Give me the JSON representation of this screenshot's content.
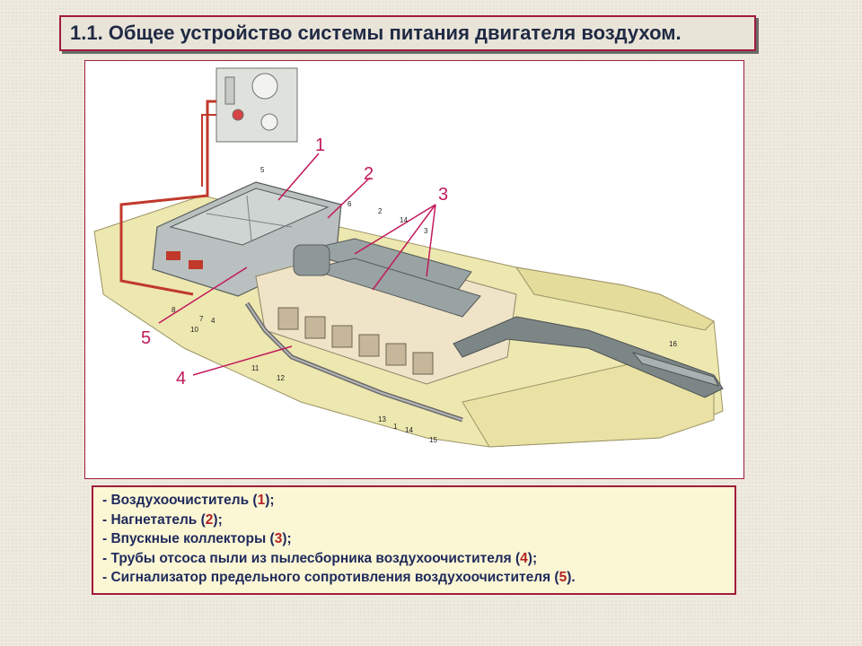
{
  "title": "1.1. Общее устройство системы питания двигателя воздухом.",
  "callouts": {
    "c1": "1",
    "c2": "2",
    "c3": "3",
    "c4": "4",
    "c5": "5"
  },
  "part_labels": {
    "l5": "5",
    "l6": "6",
    "l2": "2",
    "l14a": "14",
    "l3": "3",
    "l8": "8",
    "l7": "7",
    "l4": "4",
    "l10": "10",
    "l11": "11",
    "l12": "12",
    "l13": "13",
    "l1": "1",
    "l14b": "14",
    "l15": "15",
    "l16": "16"
  },
  "legend": [
    {
      "prefix": "- Воздухоочиститель (",
      "num": "1",
      "suffix": ");"
    },
    {
      "prefix": "- Нагнетатель (",
      "num": "2",
      "suffix": ");"
    },
    {
      "prefix": "- Впускные коллекторы (",
      "num": "3",
      "suffix": ");"
    },
    {
      "prefix": "- Трубы отсоса пыли из пылесборника воздухоочистителя (",
      "num": "4",
      "suffix": ");"
    },
    {
      "prefix": "- Сигнализатор предельного сопротивления воздухоочистителя (",
      "num": "5",
      "suffix": ")."
    }
  ],
  "colors": {
    "accent": "#a01c3c",
    "callout": "#c2185b",
    "text": "#1f2a5c",
    "legend_bg": "#fbf6d4"
  }
}
